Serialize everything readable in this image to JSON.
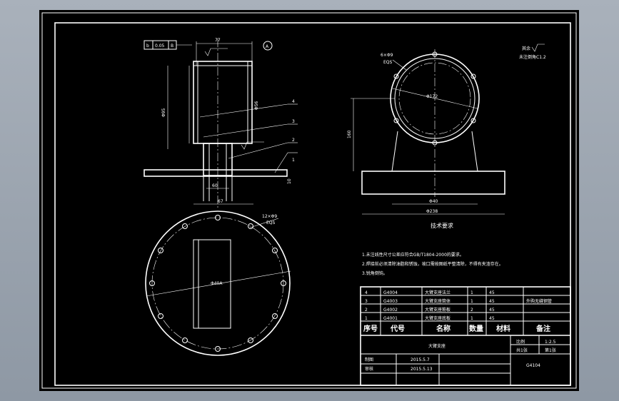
{
  "drawing": {
    "balloons": [
      "4",
      "3",
      "2",
      "1"
    ],
    "view_marker": "A",
    "tolerance_frame": [
      "b",
      "0.05",
      "B"
    ],
    "roughness_note_symbol": "其余",
    "roughness_note_text": "未注倒角C1.2",
    "dims_elevation": [
      "77",
      "Φ95",
      "Φ56"
    ],
    "dims_base": [
      "60",
      "67"
    ],
    "dims_flange": [
      "12×Φ9",
      "EQS",
      "Φ40A"
    ],
    "dims_side": [
      "6×Φ9",
      "EQS",
      "Φ172",
      "160",
      "Φ40",
      "Φ238"
    ],
    "dim_plate_thickness": "10"
  },
  "tech_requirements": {
    "title": "技术要求",
    "items": [
      "1.未注线性尺寸公差应符合GB/T1804-2000的要求。",
      "2.焊接前必须清除油脂和锈蚀，坡口需按图纸平整清除，不得有夹渣存在。",
      "3.锐角倒钝。"
    ]
  },
  "parts_list": {
    "rows": [
      {
        "no": "4",
        "code": "G4004",
        "name": "大臂支座法兰",
        "qty": "1",
        "mat": "45",
        "note": ""
      },
      {
        "no": "3",
        "code": "G4003",
        "name": "大臂支座筒体",
        "qty": "1",
        "mat": "45",
        "note": "外购无缝钢管"
      },
      {
        "no": "2",
        "code": "G4002",
        "name": "大臂支座筋板",
        "qty": "2",
        "mat": "45",
        "note": ""
      },
      {
        "no": "1",
        "code": "G4001",
        "name": "大臂支座底板",
        "qty": "1",
        "mat": "45",
        "note": ""
      }
    ],
    "header": {
      "no": "序号",
      "code": "代号",
      "name": "名称",
      "qty": "数量",
      "mat": "材料",
      "note": "备注"
    }
  },
  "title_block": {
    "part_name": "大臂支座",
    "scale_label": "比例",
    "scale_value": "1:2.5",
    "sheets_label": "共1张",
    "sheet_no": "第1张",
    "drawn_label": "制图",
    "drawn_date": "2015.5.7",
    "check_label": "审核",
    "check_date": "2015.5.13",
    "drawing_no": "G4104"
  }
}
